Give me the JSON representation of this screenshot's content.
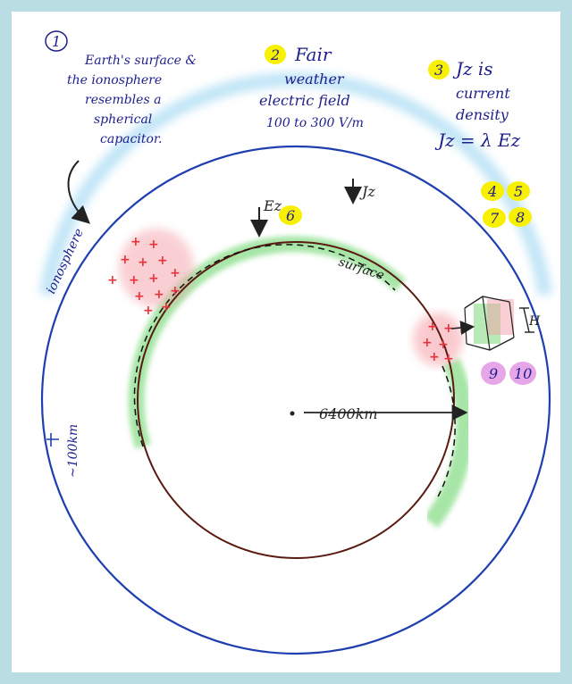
{
  "notes": {
    "n1": {
      "badge": "1",
      "lines": [
        "Earth's surface &",
        "the ionosphere",
        "resembles a",
        "spherical",
        "capacitor."
      ]
    },
    "n2": {
      "badge": "2",
      "lines": [
        "Fair",
        "weather",
        "electric field",
        "100 to 300 V/m"
      ]
    },
    "n3": {
      "badge": "3",
      "lines": [
        "Jz is",
        "current",
        "density",
        "Jz = λ Ez"
      ]
    }
  },
  "badges": {
    "yellow": [
      "4",
      "5",
      "7",
      "8",
      "6"
    ],
    "purple": [
      "9",
      "10"
    ]
  },
  "labels": {
    "ez": "Ez",
    "jz": "Jz",
    "ionosphere": "ionosphere",
    "surface": "surface",
    "radius": "6400km",
    "altitude": "~100km",
    "height_marker": "H"
  },
  "colors": {
    "background": "#b9dde2",
    "ionosphere_line": "#1f3fb0",
    "ionosphere_glow": "#8fd0f0",
    "surface_line": "#5a1a12",
    "green_band": "#5fd15f",
    "red_charge": "#e8323c",
    "yellow_badge": "#f7f000",
    "purple_badge": "#e7a6e7",
    "ink": "#1e1e8c"
  }
}
